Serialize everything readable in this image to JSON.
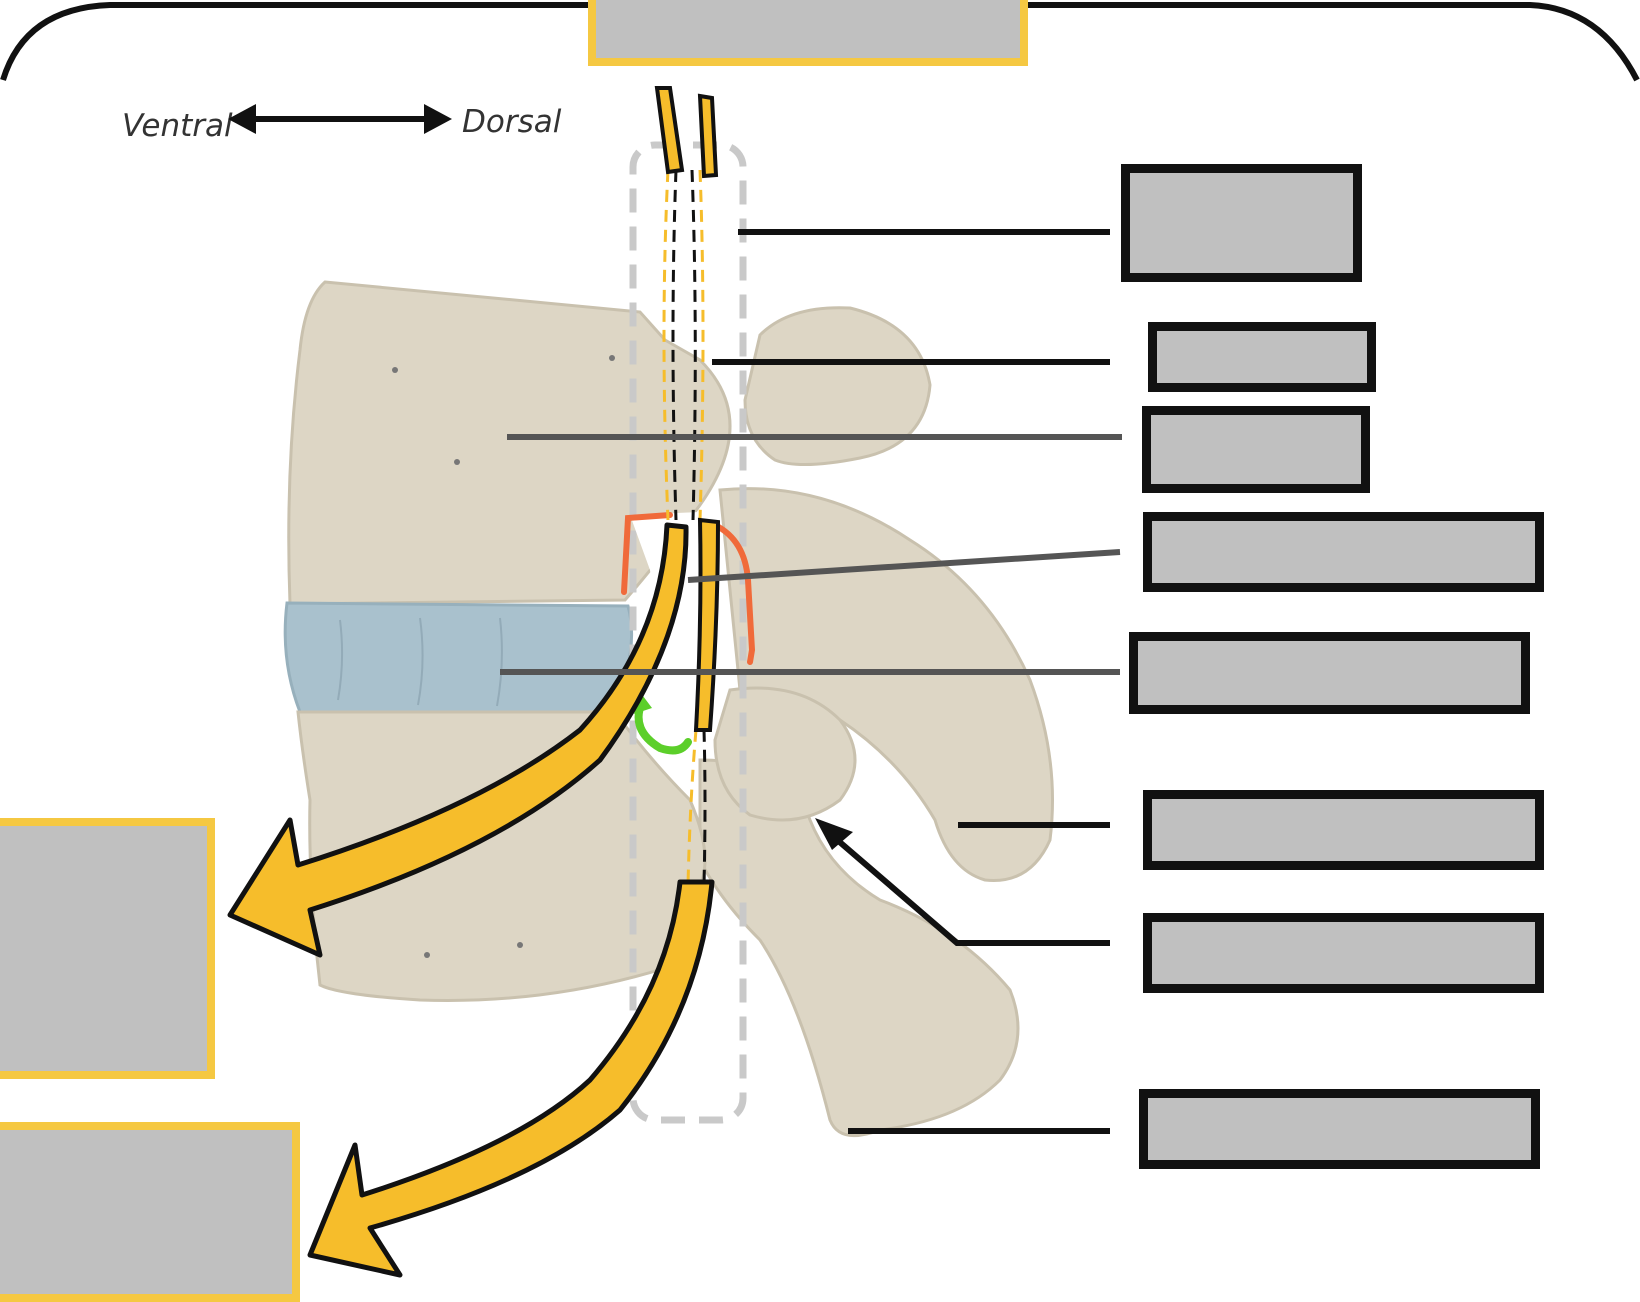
{
  "orientation": {
    "ventral_label": "Ventral",
    "dorsal_label": "Dorsal"
  },
  "colors": {
    "bone": "#ddd6c5",
    "disc": "#a9c1cd",
    "nerve": "#f6bd2b",
    "outline": "#111111",
    "label_box_fill": "#c0c0c0",
    "label_box_black_border": "#111111",
    "label_box_yellow_border": "#f5c842",
    "foramen_marker": "#f06a3a",
    "recess_marker": "#5ccf2a"
  },
  "label_boxes": [
    {
      "id": "top",
      "border": "yellow",
      "text": ""
    },
    {
      "id": "right-1",
      "border": "black",
      "text": ""
    },
    {
      "id": "right-2",
      "border": "black",
      "text": ""
    },
    {
      "id": "right-3",
      "border": "black",
      "text": ""
    },
    {
      "id": "right-4",
      "border": "black",
      "text": ""
    },
    {
      "id": "right-5",
      "border": "black",
      "text": ""
    },
    {
      "id": "right-6",
      "border": "black",
      "text": ""
    },
    {
      "id": "right-7",
      "border": "black",
      "text": ""
    },
    {
      "id": "right-8",
      "border": "black",
      "text": ""
    },
    {
      "id": "left-1",
      "border": "yellow",
      "text": ""
    },
    {
      "id": "left-2",
      "border": "yellow",
      "text": ""
    }
  ]
}
